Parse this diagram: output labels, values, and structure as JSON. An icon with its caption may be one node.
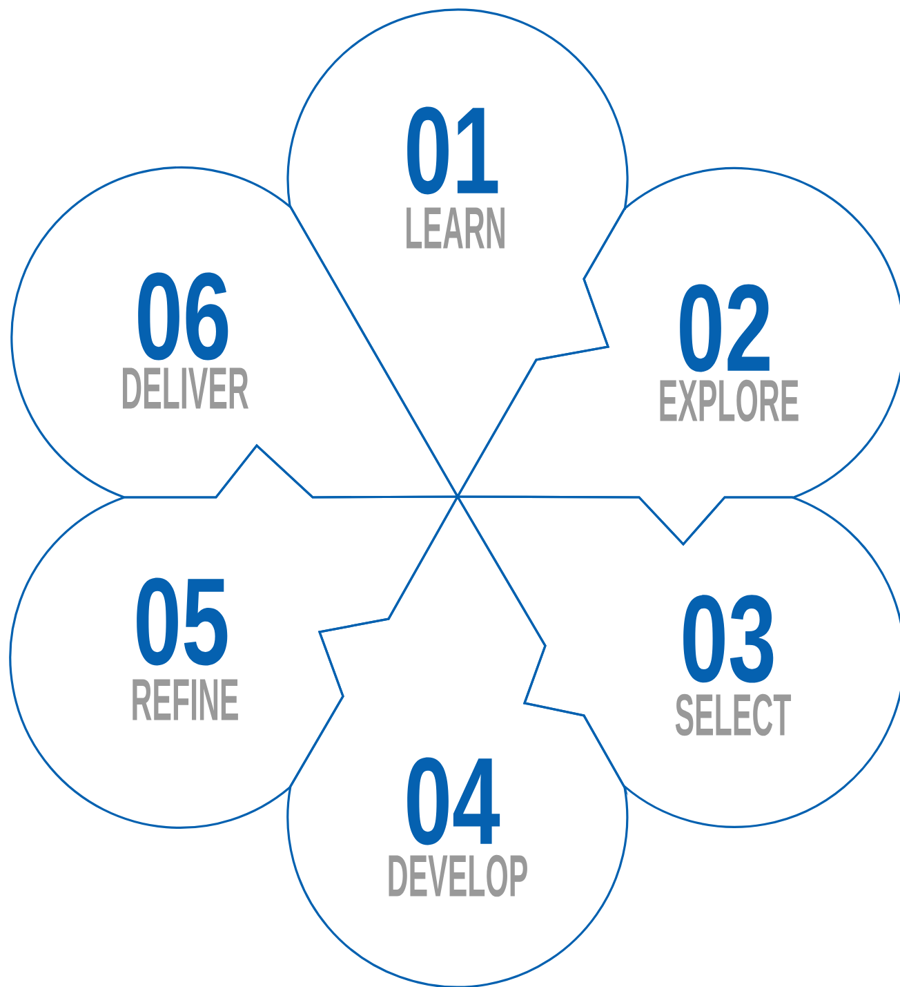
{
  "diagram": {
    "nodes": [
      {
        "text": [
          "01",
          "LEARN"
        ]
      },
      {
        "text": [
          "02",
          "EXPLORE"
        ]
      },
      {
        "text": [
          "03",
          "SELECT"
        ]
      },
      {
        "text": [
          "04",
          "DEVELOP"
        ]
      },
      {
        "text": [
          "05",
          "REFINE"
        ]
      },
      {
        "text": [
          "06",
          "DELIVER"
        ]
      }
    ]
  }
}
